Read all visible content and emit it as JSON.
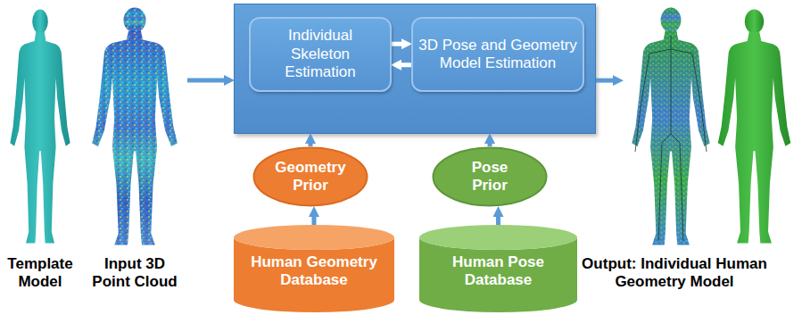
{
  "diagram": {
    "nodes": [
      {
        "text": [
          "Template Model"
        ]
      },
      {
        "text": [
          "Input 3D Point Cloud"
        ]
      },
      {
        "text": []
      },
      {
        "text": [
          "Individual Skeleton Estimation"
        ],
        "in": 2
      },
      {
        "text": [
          "3D Pose and Geometry Model Estimation"
        ],
        "in": 2
      },
      {
        "text": [
          "Geometry Prior"
        ]
      },
      {
        "text": [
          "Pose Prior"
        ]
      },
      {
        "text": [
          "Human Geometry Database"
        ]
      },
      {
        "text": [
          "Human  Pose Database"
        ]
      },
      {
        "text": [
          "Output: Individual Human Geometry Model"
        ]
      }
    ],
    "edges": [
      {
        "from": 1,
        "to": 2,
        "arrow": "to"
      },
      {
        "from": 3,
        "to": 4,
        "arrow": "to"
      },
      {
        "from": 4,
        "to": 3,
        "arrow": "to"
      },
      {
        "from": 5,
        "to": 2,
        "arrow": "to"
      },
      {
        "from": 6,
        "to": 2,
        "arrow": "to"
      },
      {
        "from": 7,
        "to": 5,
        "arrow": "to"
      },
      {
        "from": 8,
        "to": 6,
        "arrow": "to"
      },
      {
        "from": 2,
        "to": 9,
        "arrow": "to"
      }
    ]
  }
}
